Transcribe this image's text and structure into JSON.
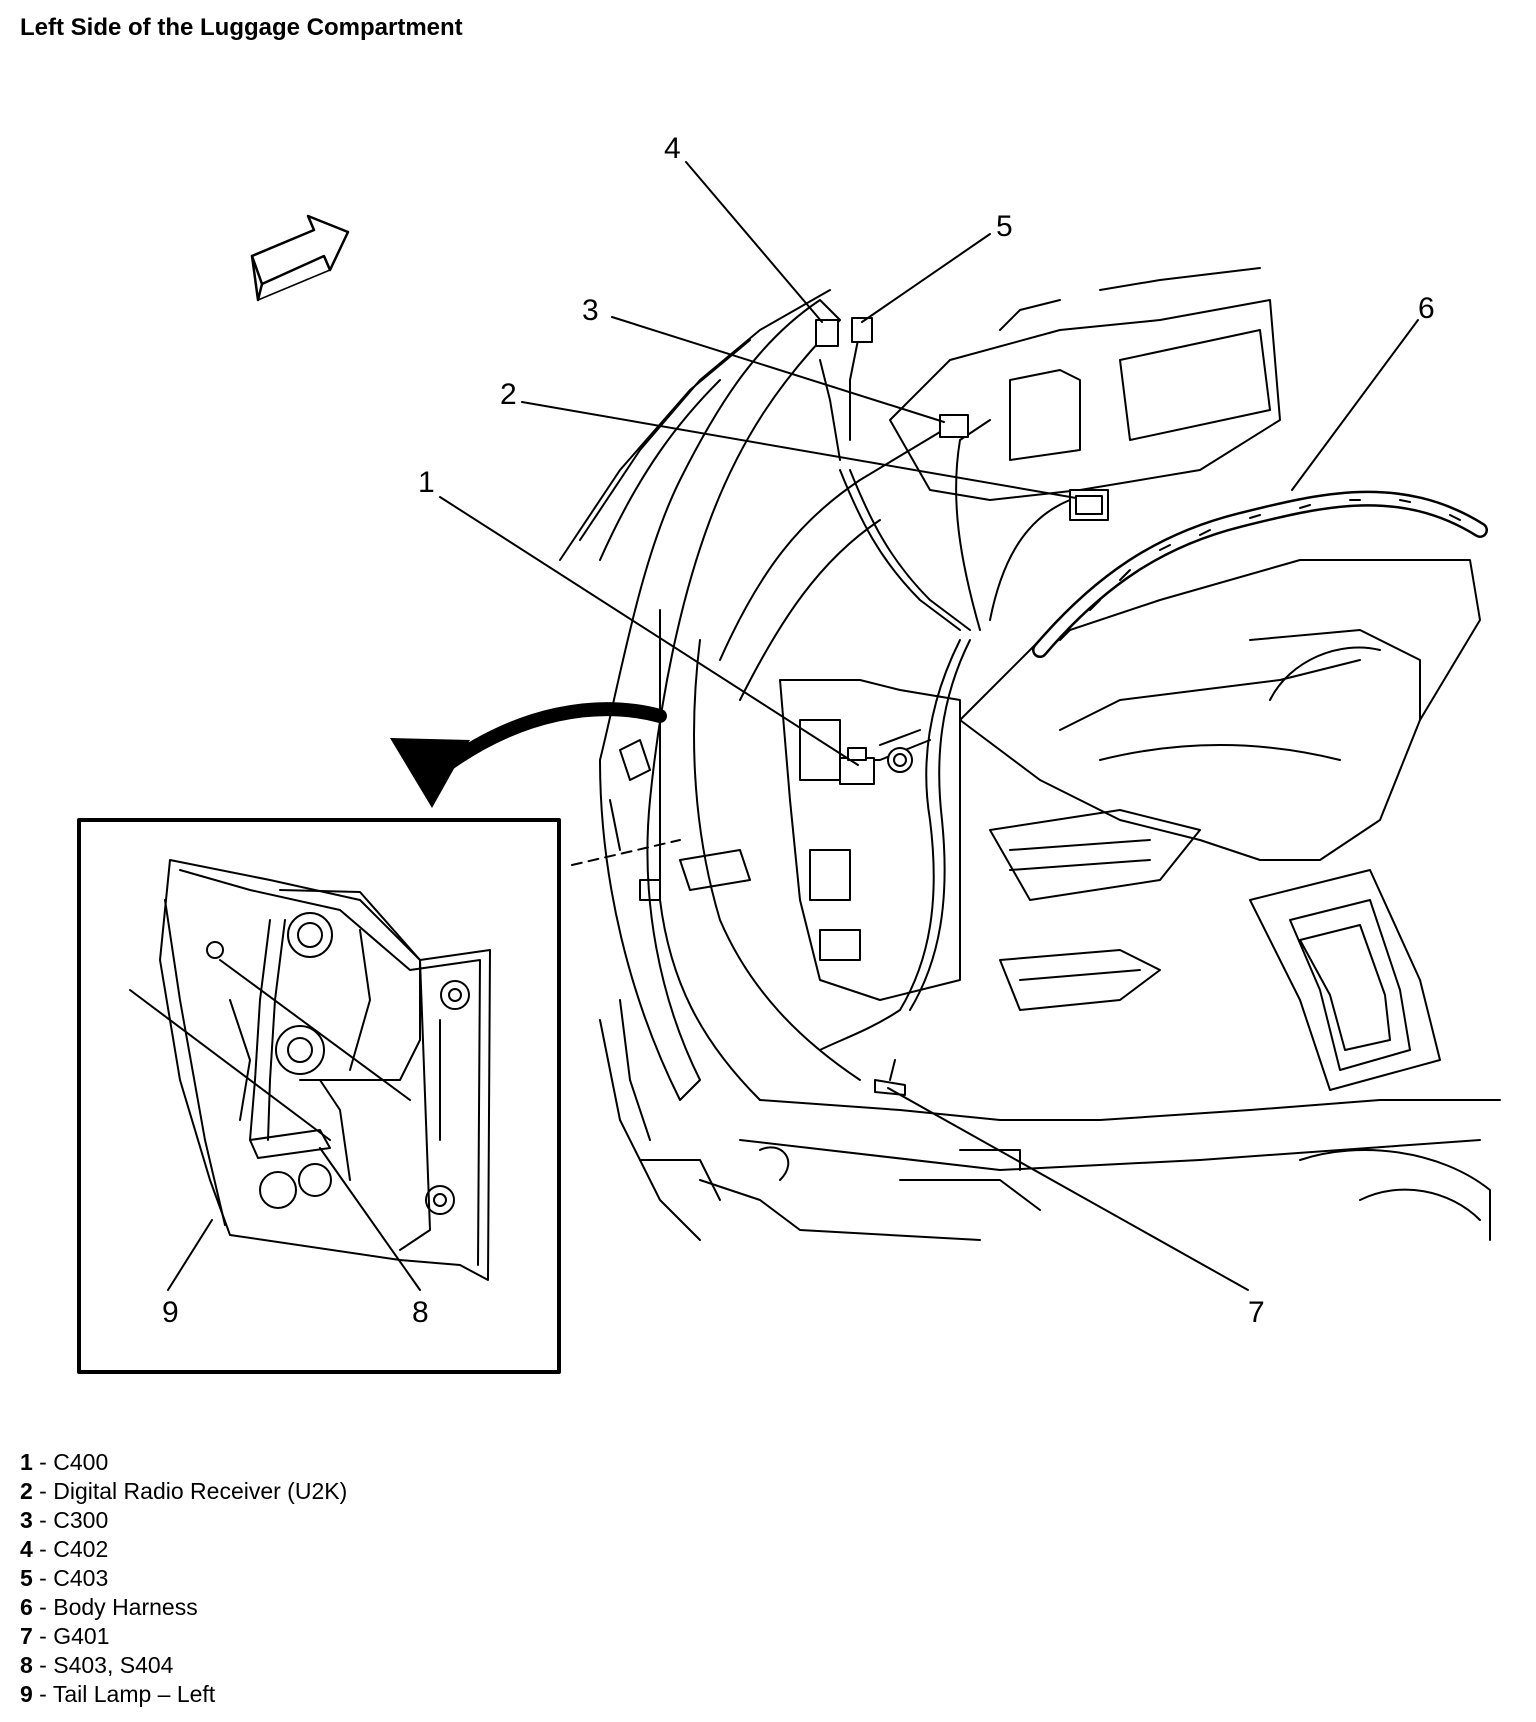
{
  "title": "Left Side of the Luggage Compartment",
  "callouts": [
    "1",
    "2",
    "3",
    "4",
    "5",
    "6",
    "7",
    "8",
    "9"
  ],
  "legend": [
    {
      "num": "1",
      "sep": " - ",
      "label": "C400"
    },
    {
      "num": "2",
      "sep": " - ",
      "label": "Digital Radio Receiver (U2K)"
    },
    {
      "num": "3",
      "sep": " - ",
      "label": "C300"
    },
    {
      "num": "4",
      "sep": " - ",
      "label": "C402"
    },
    {
      "num": "5",
      "sep": " - ",
      "label": "C403"
    },
    {
      "num": "6",
      "sep": " - ",
      "label": "Body Harness"
    },
    {
      "num": "7",
      "sep": " - ",
      "label": "G401"
    },
    {
      "num": "8",
      "sep": " - ",
      "label": "S403, S404"
    },
    {
      "num": "9",
      "sep": " - ",
      "label": "Tail Lamp – Left"
    }
  ]
}
